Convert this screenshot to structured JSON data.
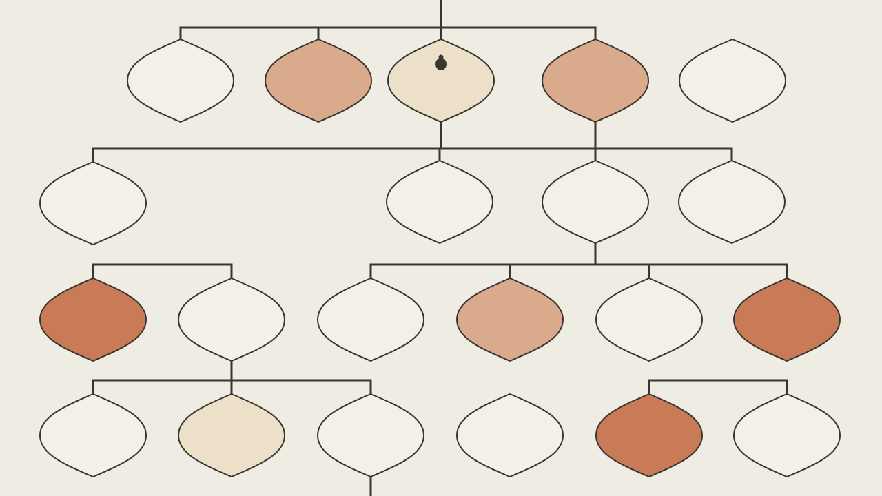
{
  "colors": {
    "background": "#efece3",
    "line": "#3a3530",
    "fill_none": "#f3f0e8",
    "fill_tan": "#d9ab8c",
    "fill_cream": "#ece1c8",
    "fill_rust": "#c97a56",
    "text_dark": "#3a3530",
    "text_orange": "#e08a55",
    "text_light": "#f6e6d8"
  },
  "nodes": [
    {
      "id": "r1c1",
      "fill": "none",
      "lines": [
        "",
        "",
        ""
      ]
    },
    {
      "id": "r1c2",
      "fill": "tan",
      "lines": [
        "",
        "",
        ""
      ]
    },
    {
      "id": "r1c3",
      "fill": "cream",
      "icon": "beetle-icon",
      "lines": [
        "",
        ""
      ]
    },
    {
      "id": "r1c4",
      "fill": "tan",
      "lines": [
        "",
        "",
        ""
      ]
    },
    {
      "id": "r1c5",
      "fill": "none",
      "lines": [
        "",
        ""
      ]
    },
    {
      "id": "r2c1",
      "fill": "none",
      "lines": [
        "",
        "",
        ""
      ]
    },
    {
      "id": "r2c2",
      "fill": "none",
      "lines": [
        "",
        ""
      ]
    },
    {
      "id": "r2c3",
      "fill": "none",
      "lines": [
        "",
        ""
      ]
    },
    {
      "id": "r2c4",
      "fill": "none",
      "lines": [
        "",
        ""
      ]
    },
    {
      "id": "r3c1",
      "fill": "rust",
      "lines": [
        "",
        "",
        ""
      ]
    },
    {
      "id": "r3c2",
      "fill": "none",
      "lines": [
        "",
        "",
        ""
      ]
    },
    {
      "id": "r3c3",
      "fill": "none",
      "lines": [
        "",
        "",
        ""
      ]
    },
    {
      "id": "r3c4",
      "fill": "tan",
      "lines": [
        "",
        ""
      ]
    },
    {
      "id": "r3c5",
      "fill": "none",
      "lines": [
        "",
        "",
        ""
      ]
    },
    {
      "id": "r3c6",
      "fill": "rust",
      "lines": [
        "",
        "",
        ""
      ]
    },
    {
      "id": "r4c1",
      "fill": "none",
      "lines": [
        "",
        ""
      ]
    },
    {
      "id": "r4c2",
      "fill": "cream",
      "lines": [
        "",
        "",
        ""
      ]
    },
    {
      "id": "r4c3",
      "fill": "none",
      "lines": [
        "",
        "",
        ""
      ]
    },
    {
      "id": "r4c4",
      "fill": "none",
      "lines": [
        "",
        "",
        ""
      ]
    },
    {
      "id": "r4c5",
      "fill": "rust",
      "lines": [
        "",
        "",
        ""
      ]
    },
    {
      "id": "r4c6",
      "fill": "none",
      "lines": [
        "",
        "",
        ""
      ]
    }
  ]
}
